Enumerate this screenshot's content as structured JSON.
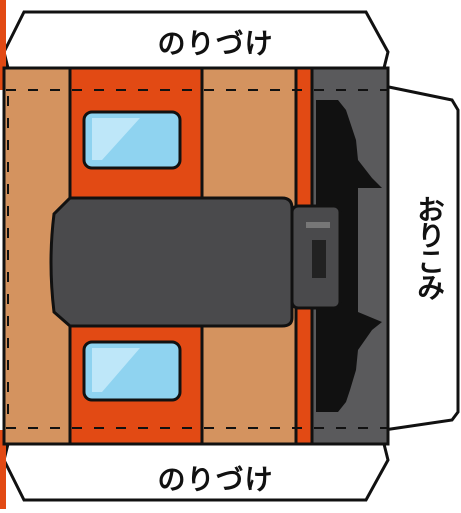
{
  "tabs": {
    "top_label": "のりづけ",
    "bottom_label": "のりづけ",
    "side_label": "おりこみ"
  },
  "colors": {
    "body_tan": "#d4935f",
    "stripe_orange": "#e24a14",
    "window_blue": "#8fd3f0",
    "dark_gray": "#4a4a4c",
    "mid_gray": "#5a5a5c",
    "black": "#111111",
    "tab_white": "#ffffff"
  },
  "icons": [
    "paper-craft-train-front"
  ]
}
